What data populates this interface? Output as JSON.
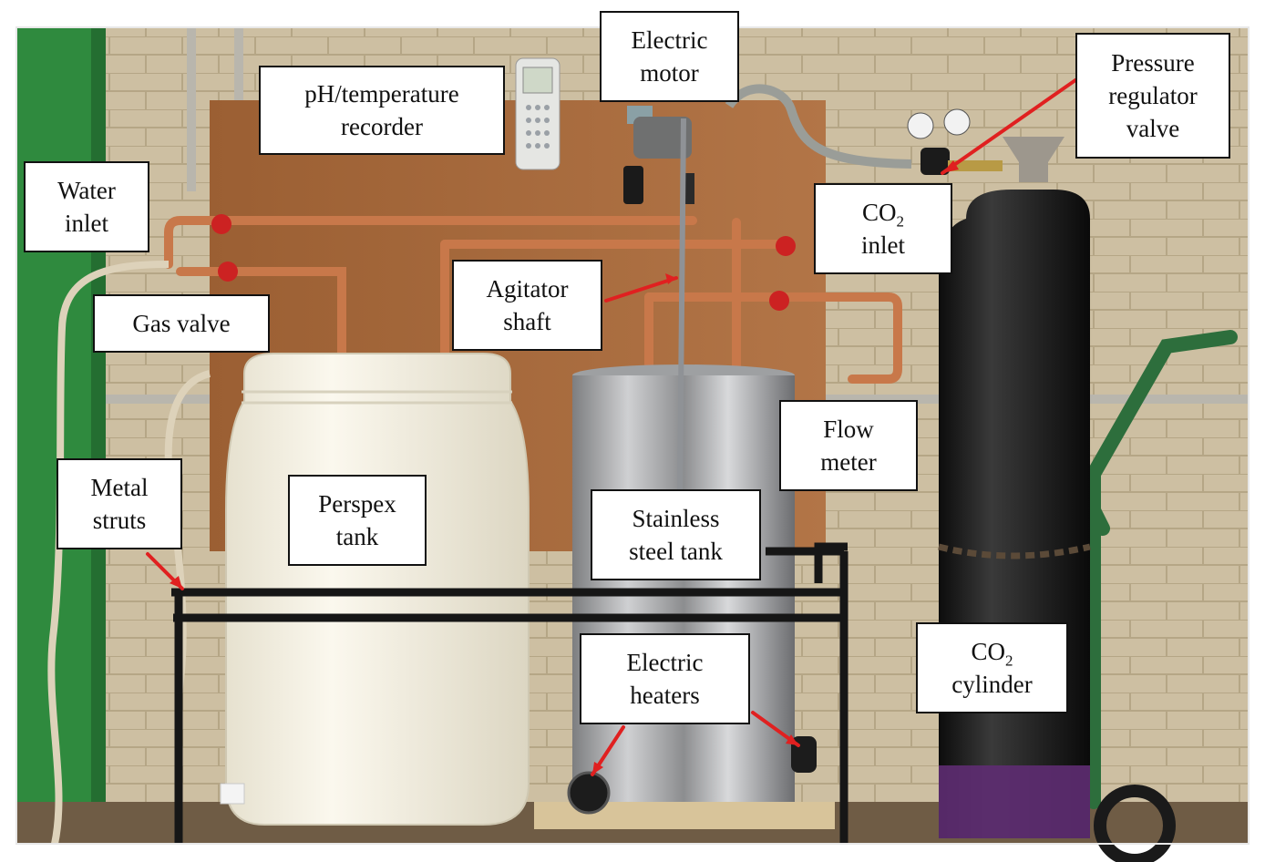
{
  "labels": {
    "electric_motor": {
      "line1": "Electric",
      "line2": "motor"
    },
    "ph_recorder": {
      "line1": "pH/temperature",
      "line2": "recorder"
    },
    "pressure_regulator": {
      "line1": "Pressure",
      "line2": "regulator",
      "line3": "valve"
    },
    "water_inlet": {
      "line1": "Water",
      "line2": "inlet"
    },
    "co2_inlet": {
      "chem": "CO",
      "sub": "2",
      "line2": "inlet"
    },
    "agitator_shaft": {
      "line1": "Agitator",
      "line2": "shaft"
    },
    "gas_valve": {
      "line1": "Gas valve"
    },
    "flow_meter": {
      "line1": "Flow",
      "line2": "meter"
    },
    "metal_struts": {
      "line1": "Metal",
      "line2": "struts"
    },
    "perspex_tank": {
      "line1": "Perspex",
      "line2": "tank"
    },
    "stainless_tank": {
      "line1": "Stainless",
      "line2": "steel tank"
    },
    "electric_heaters": {
      "line1": "Electric",
      "line2": "heaters"
    },
    "co2_cylinder": {
      "chem": "CO",
      "sub": "2",
      "line2": "cylinder"
    }
  },
  "colors": {
    "pointer": "#e02020",
    "board": "#a86a3c",
    "wall": "#cfc2a6",
    "pipe": "#c8784a",
    "valve": "#cc2222",
    "cylinder": "#1c1c1c",
    "green_pillar": "#2f8a3e"
  }
}
